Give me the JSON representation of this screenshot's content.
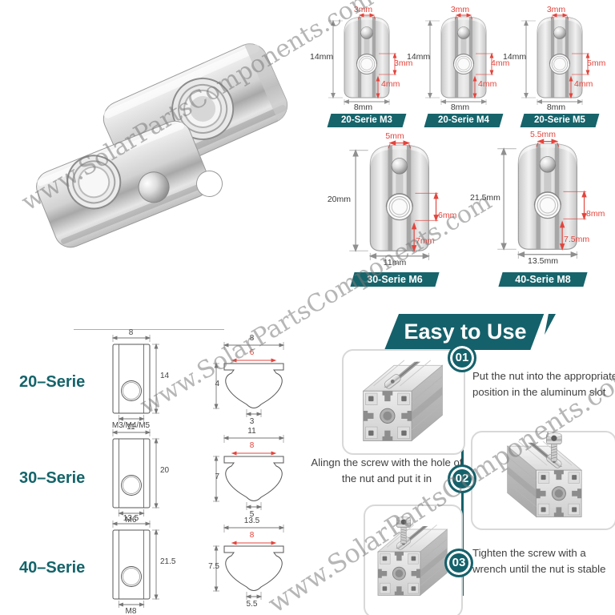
{
  "watermark": "www.SolarPartsComponents.com",
  "colors": {
    "teal": "#15616b",
    "badge_teal": "#17646b",
    "red": "#e2453d",
    "text": "#3c3c3c"
  },
  "series_diagrams": [
    {
      "badge": "20-Serie M3",
      "dim_top": "3mm",
      "dim_height": "14mm",
      "dim_hole": "3mm",
      "dim_offset": "4mm",
      "dim_width": "8mm"
    },
    {
      "badge": "20-Serie M4",
      "dim_top": "3mm",
      "dim_height": "14mm",
      "dim_hole": "4mm",
      "dim_offset": "4mm",
      "dim_width": "8mm"
    },
    {
      "badge": "20-Serie M5",
      "dim_top": "3mm",
      "dim_height": "14mm",
      "dim_hole": "5mm",
      "dim_offset": "4mm",
      "dim_width": "8mm"
    },
    {
      "badge": "30-Serie M6",
      "dim_top": "5mm",
      "dim_height": "20mm",
      "dim_hole": "6mm",
      "dim_offset": "7mm",
      "dim_width": "11mm"
    },
    {
      "badge": "40-Serie M8",
      "dim_top": "5.5mm",
      "dim_height": "21.5mm",
      "dim_hole": "8mm",
      "dim_offset": "7.5mm",
      "dim_width": "13.5mm"
    }
  ],
  "tech_drawings": [
    {
      "serie": "20–Serie",
      "front_width": "8",
      "front_height": "14",
      "thread": "M3/M4/M5",
      "side_top": "8",
      "side_slot": "6",
      "side_height": "4",
      "side_bottom": "3"
    },
    {
      "serie": "30–Serie",
      "front_width": "11",
      "front_height": "20",
      "thread": "M6",
      "side_top": "11",
      "side_slot": "8",
      "side_height": "7",
      "side_bottom": "5"
    },
    {
      "serie": "40–Serie",
      "front_width": "13.5",
      "front_height": "21.5",
      "thread": "M8",
      "side_top": "13.5",
      "side_slot": "8",
      "side_height": "7.5",
      "side_bottom": "5.5"
    }
  ],
  "easy_to_use": {
    "title": "Easy to Use",
    "steps": [
      {
        "num": "01",
        "text": "Put the nut into the appropriate position in the aluminum slot"
      },
      {
        "num": "02",
        "text": "Alingn the screw with the hole of the nut and put it in"
      },
      {
        "num": "03",
        "text": "Tighten the screw with a wrench until the nut is stable"
      }
    ]
  }
}
